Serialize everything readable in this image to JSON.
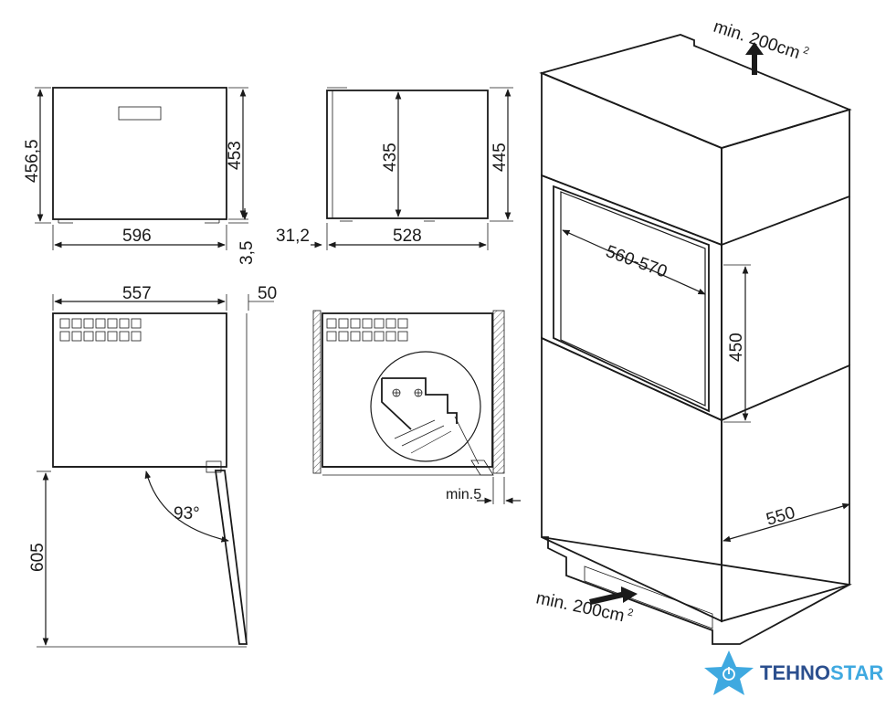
{
  "dimensions": {
    "front_height_outer": "456,5",
    "front_height_inner": "453",
    "front_width": "596",
    "foot_height": "3,5",
    "side_offset": "31,2",
    "side_depth": "528",
    "side_height_inner": "435",
    "side_height_outer": "445",
    "top_width": "557",
    "top_door": "50",
    "door_open_depth": "605",
    "door_angle": "93°",
    "min_gap": "min.5",
    "niche_width": "560-570",
    "niche_height": "450",
    "niche_depth": "550",
    "vent_top": "min. 200cm",
    "vent_top_sup": "2",
    "vent_bottom": "min. 200cm",
    "vent_bottom_sup": "2"
  },
  "logo": {
    "text_part1": "TEHNO",
    "text_part2": "STAR",
    "color_dark": "#2b4f8e",
    "color_light": "#3fa9e0"
  }
}
